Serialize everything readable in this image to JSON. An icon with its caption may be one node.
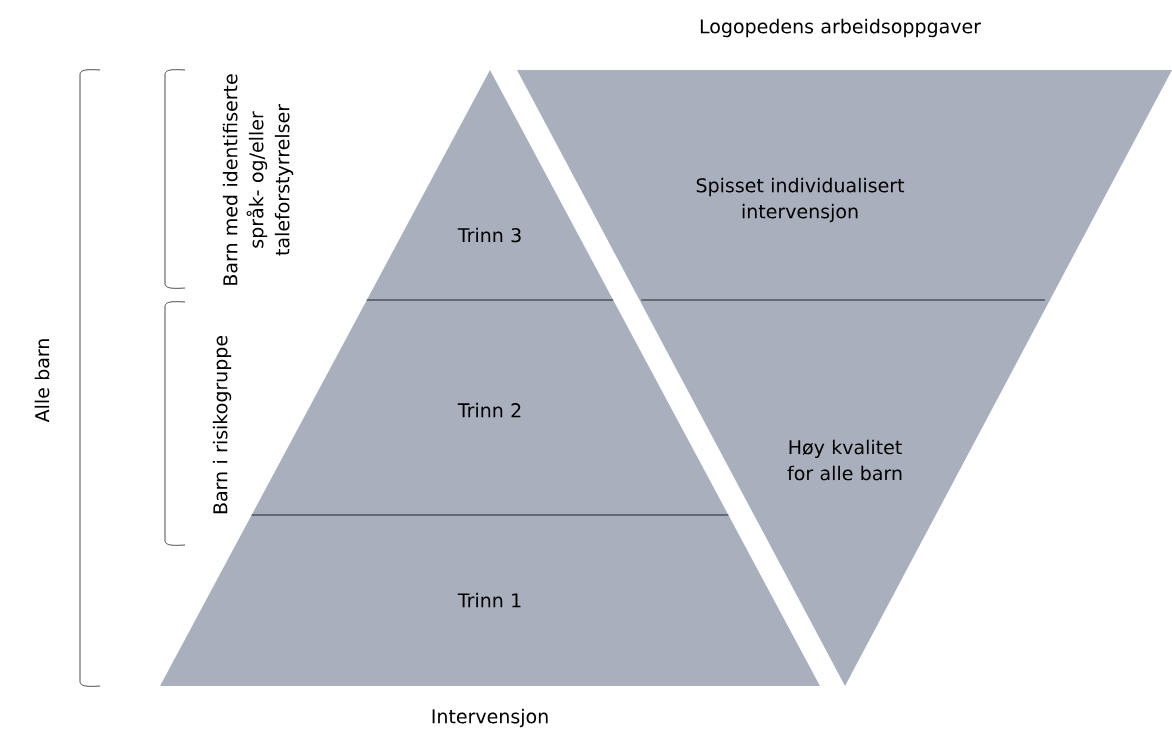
{
  "diagram": {
    "nodes": [
      {
        "text": [
          "Trinn 3"
        ]
      },
      {
        "text": [
          "Trinn 2"
        ]
      },
      {
        "text": [
          "Trinn 1"
        ]
      },
      {
        "text": [
          "Spisset individualisert intervensjon"
        ]
      },
      {
        "text": [
          "Høy kvalitet for alle barn"
        ]
      }
    ],
    "labels": [
      "Logopedens arbeidsoppgaver",
      "Barn med identifiserte språk- og/eller taleforstyrrelser",
      "Alle barn",
      "Barn i risikogruppe",
      "Intervensjon"
    ]
  }
}
